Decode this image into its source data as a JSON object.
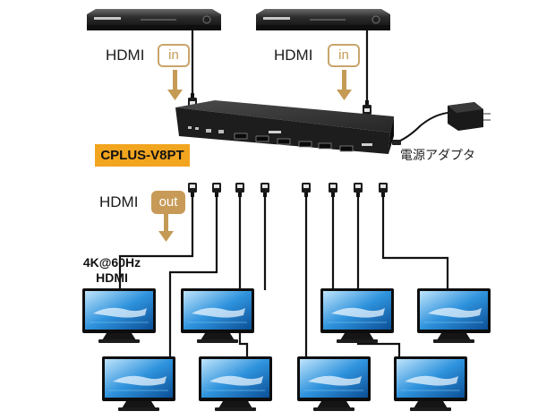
{
  "labels": {
    "hdmi_in_left": "HDMI",
    "in_tag_left": "in",
    "hdmi_in_right": "HDMI",
    "in_tag_right": "in",
    "hdmi_out": "HDMI",
    "out_tag": "out",
    "model": "CPLUS-V8PT",
    "resolution_line1": "4K@60Hz",
    "resolution_line2": "HDMI",
    "power_adapter": "電源アダプタ"
  },
  "colors": {
    "tag_border": "#c9a56a",
    "model_bg": "#f2a51f",
    "arrow": "#c49a55",
    "screen": "#2a8fd6"
  },
  "icons": [
    "bluray-player-icon",
    "hdmi-splitter-icon",
    "power-adapter-icon",
    "monitor-icon",
    "hdmi-connector-icon"
  ]
}
